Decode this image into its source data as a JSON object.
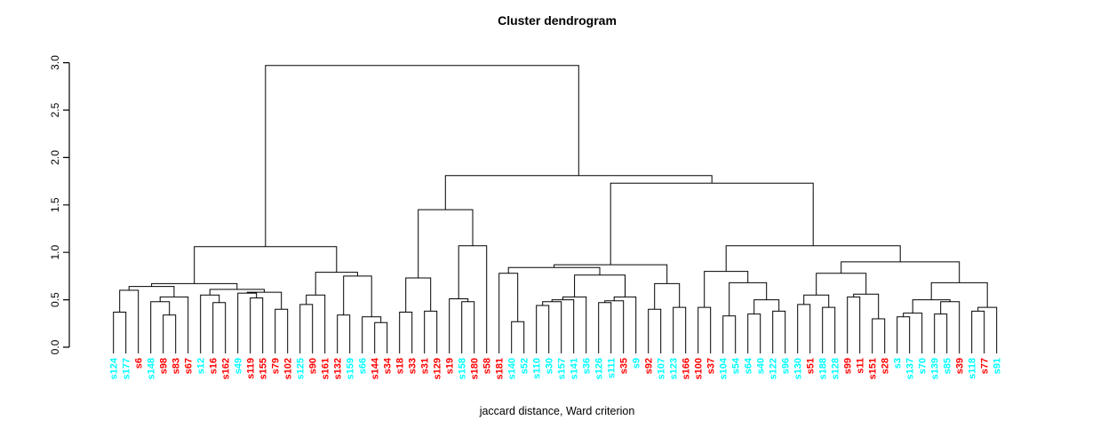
{
  "title": "Cluster dendrogram",
  "xlabel": "jaccard distance, Ward criterion",
  "colors": {
    "red": "#FF0000",
    "cyan": "#00FFFF",
    "line": "#000000"
  },
  "axis": {
    "tick_labels": [
      "0.0",
      "0.5",
      "1.0",
      "1.5",
      "2.0",
      "2.5",
      "3.0"
    ],
    "tick_values": [
      0,
      0.5,
      1.0,
      1.5,
      2.0,
      2.5,
      3.0
    ],
    "range": [
      0,
      3
    ]
  },
  "chart_data": {
    "type": "dendrogram",
    "title": "Cluster dendrogram",
    "xlabel": "jaccard distance, Ward criterion",
    "ylim": [
      0,
      3
    ],
    "leaves": [
      {
        "label": "s124",
        "color": "cyan"
      },
      {
        "label": "s177",
        "color": "cyan"
      },
      {
        "label": "s6",
        "color": "red"
      },
      {
        "label": "s148",
        "color": "cyan"
      },
      {
        "label": "s98",
        "color": "red"
      },
      {
        "label": "s83",
        "color": "red"
      },
      {
        "label": "s67",
        "color": "red"
      },
      {
        "label": "s12",
        "color": "cyan"
      },
      {
        "label": "s16",
        "color": "red"
      },
      {
        "label": "s162",
        "color": "red"
      },
      {
        "label": "s49",
        "color": "cyan"
      },
      {
        "label": "s119",
        "color": "red"
      },
      {
        "label": "s155",
        "color": "red"
      },
      {
        "label": "s79",
        "color": "red"
      },
      {
        "label": "s102",
        "color": "red"
      },
      {
        "label": "s125",
        "color": "cyan"
      },
      {
        "label": "s90",
        "color": "red"
      },
      {
        "label": "s161",
        "color": "red"
      },
      {
        "label": "s132",
        "color": "red"
      },
      {
        "label": "s159",
        "color": "cyan"
      },
      {
        "label": "s66",
        "color": "cyan"
      },
      {
        "label": "s144",
        "color": "red"
      },
      {
        "label": "s34",
        "color": "red"
      },
      {
        "label": "s18",
        "color": "red"
      },
      {
        "label": "s33",
        "color": "red"
      },
      {
        "label": "s31",
        "color": "red"
      },
      {
        "label": "s129",
        "color": "red"
      },
      {
        "label": "s19",
        "color": "red"
      },
      {
        "label": "s158",
        "color": "cyan"
      },
      {
        "label": "s180",
        "color": "red"
      },
      {
        "label": "s58",
        "color": "red"
      },
      {
        "label": "s181",
        "color": "red"
      },
      {
        "label": "s140",
        "color": "cyan"
      },
      {
        "label": "s52",
        "color": "cyan"
      },
      {
        "label": "s110",
        "color": "cyan"
      },
      {
        "label": "s30",
        "color": "cyan"
      },
      {
        "label": "s157",
        "color": "cyan"
      },
      {
        "label": "s141",
        "color": "cyan"
      },
      {
        "label": "s36",
        "color": "cyan"
      },
      {
        "label": "s126",
        "color": "cyan"
      },
      {
        "label": "s111",
        "color": "cyan"
      },
      {
        "label": "s35",
        "color": "red"
      },
      {
        "label": "s9",
        "color": "cyan"
      },
      {
        "label": "s92",
        "color": "red"
      },
      {
        "label": "s107",
        "color": "cyan"
      },
      {
        "label": "s123",
        "color": "cyan"
      },
      {
        "label": "s166",
        "color": "red"
      },
      {
        "label": "s100",
        "color": "red"
      },
      {
        "label": "s37",
        "color": "red"
      },
      {
        "label": "s104",
        "color": "cyan"
      },
      {
        "label": "s54",
        "color": "cyan"
      },
      {
        "label": "s64",
        "color": "cyan"
      },
      {
        "label": "s40",
        "color": "cyan"
      },
      {
        "label": "s122",
        "color": "cyan"
      },
      {
        "label": "s96",
        "color": "cyan"
      },
      {
        "label": "s130",
        "color": "cyan"
      },
      {
        "label": "s51",
        "color": "red"
      },
      {
        "label": "s188",
        "color": "cyan"
      },
      {
        "label": "s128",
        "color": "cyan"
      },
      {
        "label": "s99",
        "color": "red"
      },
      {
        "label": "s11",
        "color": "red"
      },
      {
        "label": "s151",
        "color": "red"
      },
      {
        "label": "s28",
        "color": "red"
      },
      {
        "label": "s3",
        "color": "cyan"
      },
      {
        "label": "s137",
        "color": "cyan"
      },
      {
        "label": "s70",
        "color": "cyan"
      },
      {
        "label": "s139",
        "color": "cyan"
      },
      {
        "label": "s85",
        "color": "cyan"
      },
      {
        "label": "s39",
        "color": "red"
      },
      {
        "label": "s118",
        "color": "cyan"
      },
      {
        "label": "s77",
        "color": "red"
      },
      {
        "label": "s91",
        "color": "cyan"
      }
    ],
    "tree": [
      2.97,
      [
        1.06,
        [
          0.67,
          [
            0.64,
            [
              0.6,
              [
                0.37,
                "s124",
                "s177"
              ],
              "s6"
            ],
            [
              0.53,
              [
                0.48,
                "s148",
                [
                  0.34,
                  "s98",
                  "s83"
                ]
              ],
              "s67"
            ]
          ],
          [
            0.61,
            [
              0.55,
              "s12",
              [
                0.47,
                "s16",
                "s162"
              ]
            ],
            [
              0.58,
              [
                0.57,
                "s49",
                [
                  0.52,
                  "s119",
                  "s155"
                ]
              ],
              [
                0.4,
                "s79",
                "s102"
              ]
            ]
          ]
        ],
        [
          0.79,
          [
            0.55,
            [
              0.45,
              "s125",
              "s90"
            ],
            "s161"
          ],
          [
            0.75,
            [
              0.34,
              "s132",
              "s159"
            ],
            [
              0.32,
              "s66",
              [
                0.26,
                "s144",
                "s34"
              ]
            ]
          ]
        ]
      ],
      [
        1.81,
        [
          1.45,
          [
            0.73,
            [
              0.37,
              "s18",
              "s33"
            ],
            [
              0.38,
              "s31",
              "s129"
            ]
          ],
          [
            1.07,
            [
              0.51,
              "s19",
              [
                0.48,
                "s158",
                "s180"
              ]
            ],
            "s58"
          ]
        ],
        [
          1.73,
          [
            0.87,
            [
              0.84,
              [
                0.78,
                "s181",
                [
                  0.27,
                  "s140",
                  "s52"
                ]
              ],
              [
                0.76,
                [
                  0.53,
                  [
                    0.5,
                    [
                      0.48,
                      [
                        0.44,
                        "s110",
                        "s30"
                      ],
                      "s157"
                    ],
                    "s141"
                  ],
                  "s36"
                ],
                [
                  0.53,
                  [
                    0.49,
                    [
                      0.47,
                      "s126",
                      "s111"
                    ],
                    "s35"
                  ],
                  "s9"
                ]
              ]
            ],
            [
              0.67,
              [
                0.4,
                "s92",
                "s107"
              ],
              [
                0.42,
                "s123",
                "s166"
              ]
            ]
          ],
          [
            1.07,
            [
              0.8,
              [
                0.42,
                "s100",
                "s37"
              ],
              [
                0.68,
                [
                  0.33,
                  "s104",
                  "s54"
                ],
                [
                  0.5,
                  [
                    0.35,
                    "s64",
                    "s40"
                  ],
                  [
                    0.38,
                    "s122",
                    "s96"
                  ]
                ]
              ]
            ],
            [
              0.9,
              [
                0.78,
                [
                  0.55,
                  [
                    0.45,
                    "s130",
                    "s51"
                  ],
                  [
                    0.42,
                    "s188",
                    "s128"
                  ]
                ],
                [
                  0.56,
                  [
                    0.53,
                    "s99",
                    "s11"
                  ],
                  [
                    0.3,
                    "s151",
                    "s28"
                  ]
                ]
              ],
              [
                0.68,
                [
                  0.5,
                  [
                    0.36,
                    [
                      0.32,
                      "s3",
                      "s137"
                    ],
                    "s70"
                  ],
                  [
                    0.48,
                    [
                      0.35,
                      "s139",
                      "s85"
                    ],
                    "s39"
                  ]
                ],
                [
                  0.42,
                  [
                    0.38,
                    "s118",
                    "s77"
                  ],
                  "s91"
                ]
              ]
            ]
          ]
        ]
      ]
    ]
  }
}
